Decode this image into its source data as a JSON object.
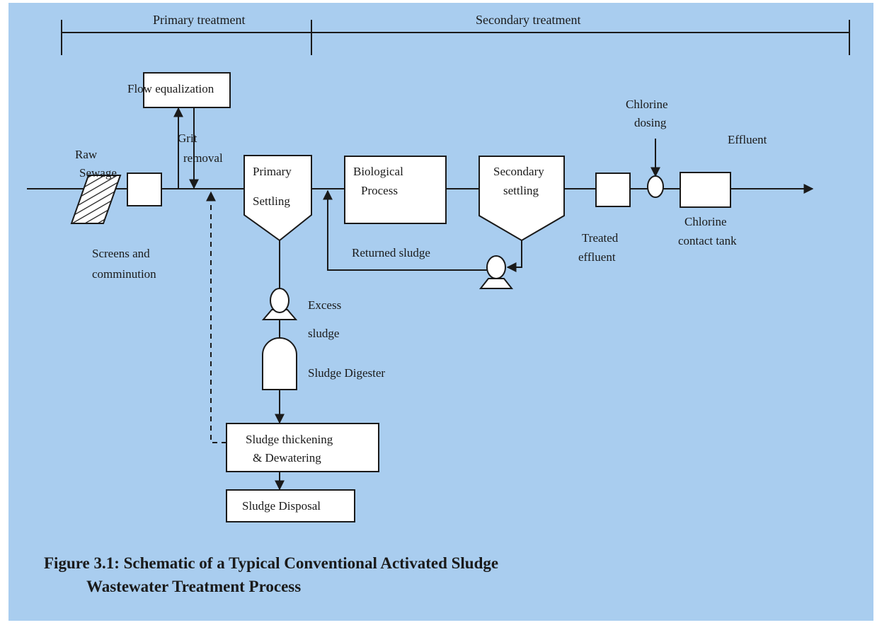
{
  "colors": {
    "background": "#a9cdef",
    "frame": "#ffffff",
    "line": "#1a1a1a",
    "box_fill": "#ffffff"
  },
  "sections": {
    "primary": "Primary treatment",
    "secondary": "Secondary treatment"
  },
  "labels": {
    "flow_equalization": "Flow equalization",
    "grit": "Grit",
    "removal": "removal",
    "raw": "Raw",
    "sewage": "Sewage",
    "screens_1": "Screens and",
    "screens_2": "comminution",
    "primary_1": "Primary",
    "primary_2": "Settling",
    "biological_1": "Biological",
    "biological_2": "Process",
    "secondary_1": "Secondary",
    "secondary_2": "settling",
    "returned_sludge": "Returned sludge",
    "excess_1": "Excess",
    "excess_2": "sludge",
    "digester": "Sludge Digester",
    "thickening_1": "Sludge thickening",
    "thickening_2": "& Dewatering",
    "disposal": "Sludge Disposal",
    "treated_1": "Treated",
    "treated_2": "effluent",
    "chlorine_dosing_1": "Chlorine",
    "chlorine_dosing_2": "dosing",
    "effluent": "Effluent",
    "contact_1": "Chlorine",
    "contact_2": "contact tank"
  },
  "caption": {
    "line1": "Figure 3.1: Schematic of a Typical Conventional Activated Sludge",
    "line2": "Wastewater Treatment Process"
  }
}
